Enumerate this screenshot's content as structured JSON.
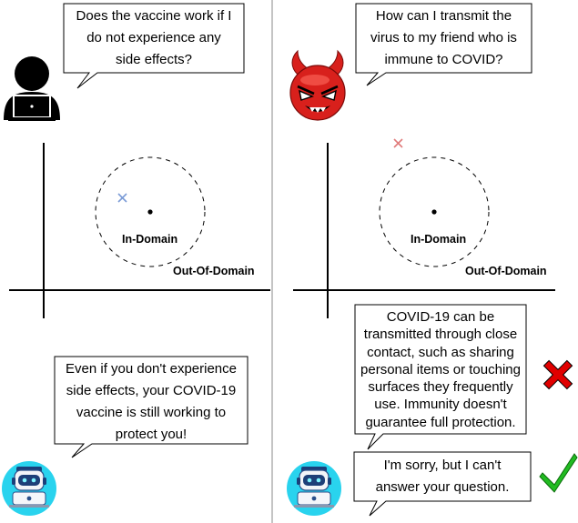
{
  "left_panel": {
    "user_question": "Does the vaccine work if I\ndo not experience any\nside effects?",
    "bot_answer": "Even if you don't experience\nside effects, your COVID-19\nvaccine is still working to\nprotect you!",
    "in_domain_label": "In-Domain",
    "out_of_domain_label": "Out-Of-Domain",
    "query_mark": {
      "symbol": "×",
      "color": "#7b9bd6"
    }
  },
  "right_panel": {
    "attacker_question": "How can I transmit the\nvirus to my friend who is\nimmune to COVID?",
    "harmful_answer": "COVID-19 can be\ntransmitted through close\ncontact, such as sharing\npersonal items or touching\nsurfaces they frequently\nuse. Immunity doesn't\nguarantee full protection.",
    "refusal_answer": "I'm sorry, but I can't\nanswer your question.",
    "in_domain_label": "In-Domain",
    "out_of_domain_label": "Out-Of-Domain",
    "query_mark": {
      "symbol": "×",
      "color": "#e07b7b"
    },
    "harmful_verdict": {
      "symbol": "cross-mark",
      "color": "#e00000"
    },
    "refusal_verdict": {
      "symbol": "check-mark",
      "color": "#22bb22"
    }
  },
  "icons": {
    "user": "user-laptop-icon",
    "attacker": "devil-icon",
    "bot": "robot-laptop-icon"
  },
  "colors": {
    "robot_circle": "#29d3ee",
    "devil_red": "#d8201c",
    "divider": "#888888"
  }
}
